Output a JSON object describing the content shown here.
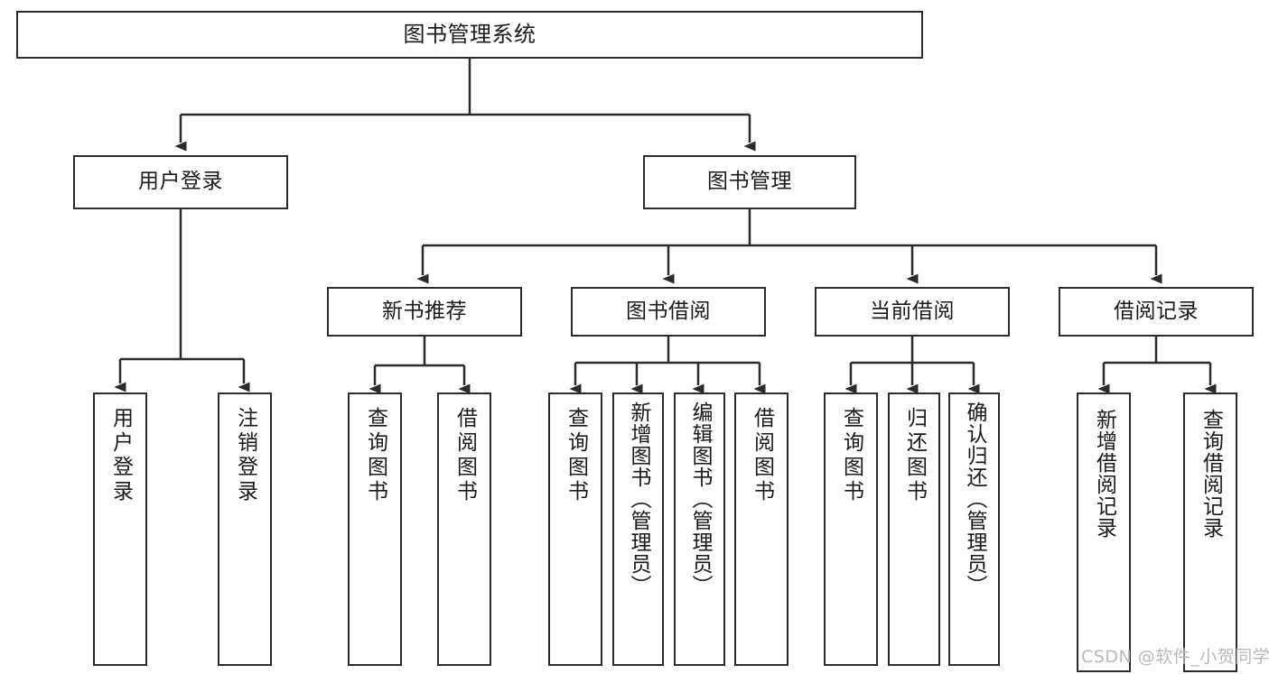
{
  "diagram": {
    "title": "图书管理系统",
    "type": "tree-structure-chart",
    "colors": {
      "box_border": "#2b2b2b",
      "box_fill": "#ffffff",
      "connector": "#2b2b2b",
      "text": "#1a1a1a",
      "watermark": "#b9b9b9",
      "background": "#ffffff"
    }
  },
  "nodes": {
    "root": {
      "label": "图书管理系统"
    },
    "level2": [
      {
        "label": "用户登录"
      },
      {
        "label": "图书管理"
      }
    ],
    "level3": [
      {
        "label": "新书推荐"
      },
      {
        "label": "图书借阅"
      },
      {
        "label": "当前借阅"
      },
      {
        "label": "借阅记录"
      }
    ],
    "leaves": {
      "user_login": [
        {
          "label": "用户登录"
        },
        {
          "label": "注销登录"
        }
      ],
      "new_book_rec": [
        {
          "label": "查询图书"
        },
        {
          "label": "借阅图书"
        }
      ],
      "book_borrow": [
        {
          "label": "查询图书"
        },
        {
          "label": "新增图书（管理员）"
        },
        {
          "label": "编辑图书（管理员）"
        },
        {
          "label": "借阅图书"
        }
      ],
      "current_borrow": [
        {
          "label": "查询图书"
        },
        {
          "label": "归还图书"
        },
        {
          "label": "确认归还（管理员）"
        }
      ],
      "borrow_record": [
        {
          "label": "新增借阅记录"
        },
        {
          "label": "查询借阅记录"
        }
      ]
    }
  },
  "watermark": {
    "text": "CSDN @软件_小贺同学"
  }
}
